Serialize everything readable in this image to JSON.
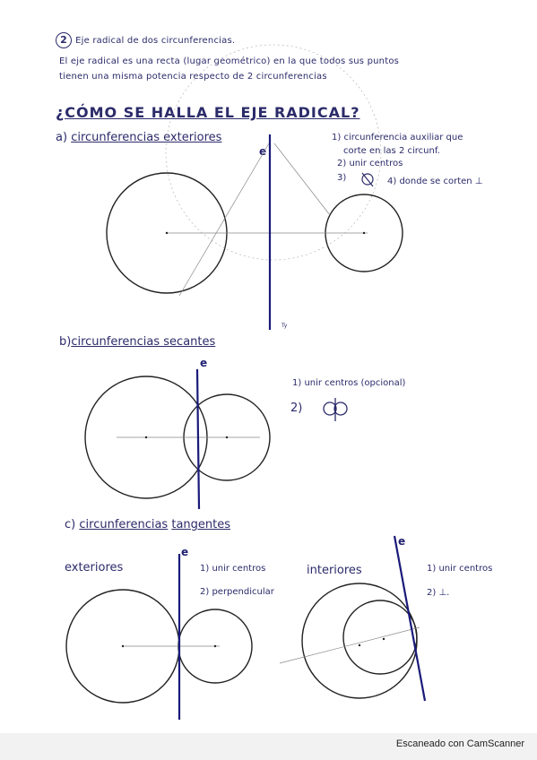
{
  "header": {
    "number": "2",
    "title": "Eje radical de dos circunferencias.",
    "definition_line1": "El eje radical es una recta (lugar geométrico) en la que todos sus puntos",
    "definition_line2": "tienen una misma potencia respecto de 2 circunferencias"
  },
  "main_question": "¿CÓMO SE HALLA EL EJE RADICAL?",
  "section_a": {
    "letter": "a)",
    "title": "circunferencias exteriores",
    "axis_label": "e",
    "steps": [
      "1) circunferencia auxiliar que",
      "corte en las 2 circunf.",
      "2) unir centros",
      "3)",
      "4) donde se corten ⊥"
    ],
    "small_label": "Ty"
  },
  "section_b": {
    "letter": "b)",
    "title": "circunferencias secantes",
    "axis_label": "e",
    "steps": [
      "1) unir centros (opcional)",
      "2)"
    ]
  },
  "section_c": {
    "letter": "c)",
    "title_word1": "circunferencias",
    "title_word2": "tangentes",
    "exteriores": {
      "label": "exteriores",
      "axis_label": "e",
      "steps": [
        "1) unir centros",
        "2) perpendicular"
      ]
    },
    "interiores": {
      "label": "interiores",
      "axis_label": "e",
      "steps": [
        "1) unir centros",
        "2) ⊥."
      ]
    }
  },
  "footer": "Escaneado con CamScanner",
  "colors": {
    "ink": "#2b2b6a",
    "circle": "#222222",
    "axis": "#1a1a7a"
  }
}
